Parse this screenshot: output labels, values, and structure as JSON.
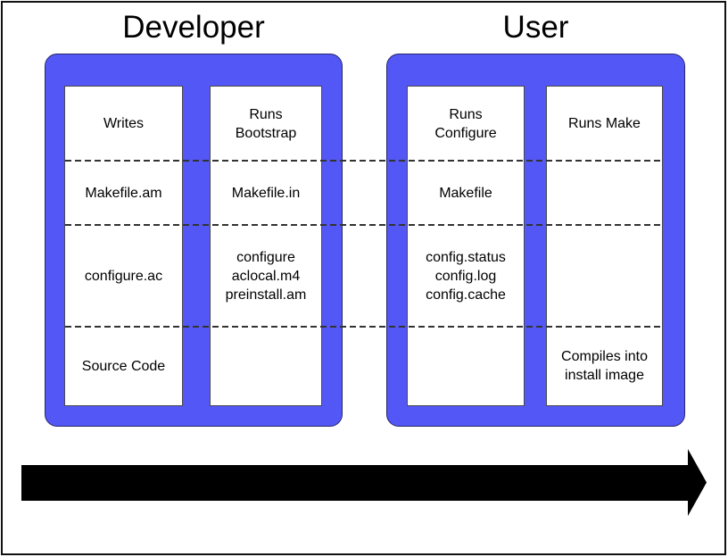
{
  "diagram": {
    "titles": {
      "developer": "Developer",
      "user": "User"
    },
    "groups": [
      {
        "title": "Developer",
        "columns": [
          {
            "cells": [
              "Writes",
              "Makefile.am",
              "configure.ac",
              "Source Code"
            ]
          },
          {
            "cells": [
              "Runs\nBootstrap",
              "Makefile.in",
              "configure\naclocal.m4\npreinstall.am",
              ""
            ]
          }
        ]
      },
      {
        "title": "User",
        "columns": [
          {
            "cells": [
              "Runs\nConfigure",
              "Makefile",
              "config.status\nconfig.log\nconfig.cache",
              ""
            ]
          },
          {
            "cells": [
              "Runs Make",
              "",
              "",
              "Compiles into\ninstall image"
            ]
          }
        ]
      }
    ],
    "colors": {
      "group_fill": "#5357F5",
      "group_outline": "#26266e",
      "column_outline": "#4a4a4a",
      "divider": "#333333",
      "arrow": "#000000",
      "text": "#000000"
    },
    "arrow_direction": "right"
  }
}
